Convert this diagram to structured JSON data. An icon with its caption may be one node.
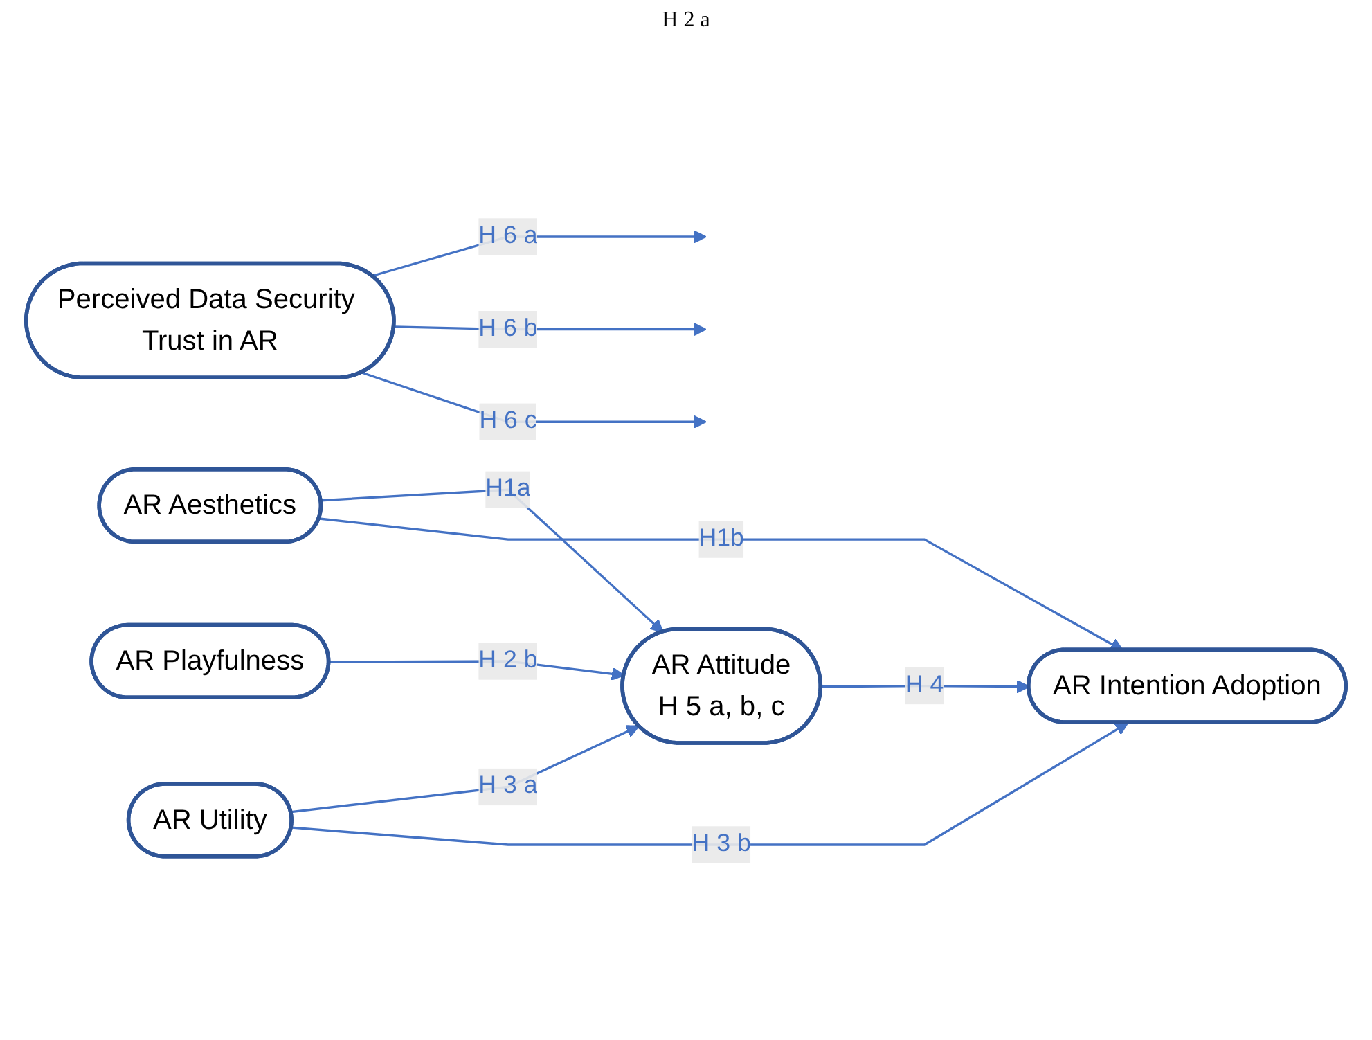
{
  "diagram": {
    "nodes": [
      {
        "text": [
          "Perceived Data Security Trust in AR"
        ]
      },
      {
        "text": [
          "AR Aesthetics"
        ]
      },
      {
        "text": [
          "AR Playfulness"
        ]
      },
      {
        "text": [
          "AR Attitude",
          "H 5 a, b, c"
        ]
      },
      {
        "text": [
          "AR Intention Adoption"
        ]
      },
      {
        "text": [
          "AR Utility"
        ]
      }
    ],
    "edges": [
      {
        "from": 0,
        "to": null,
        "arrow": "to",
        "label": "H 6 a"
      },
      {
        "from": 0,
        "to": null,
        "arrow": "to",
        "label": "H 6 b"
      },
      {
        "from": 0,
        "to": null,
        "arrow": "to",
        "label": "H 6 c"
      },
      {
        "from": 1,
        "to": 3,
        "arrow": "to",
        "label": "H1a"
      },
      {
        "from": 1,
        "to": 4,
        "arrow": "to",
        "label": "H1b"
      },
      {
        "from": 2,
        "to": 3,
        "arrow": "to",
        "label": "H 2 b"
      },
      {
        "from": 3,
        "to": 4,
        "arrow": "to",
        "label": "H 4"
      },
      {
        "from": 5,
        "to": 3,
        "arrow": "to",
        "label": "H 3 a"
      },
      {
        "from": 5,
        "to": 4,
        "arrow": "to",
        "label": "H 3 b"
      }
    ],
    "labels": [
      "H 2 a"
    ]
  }
}
